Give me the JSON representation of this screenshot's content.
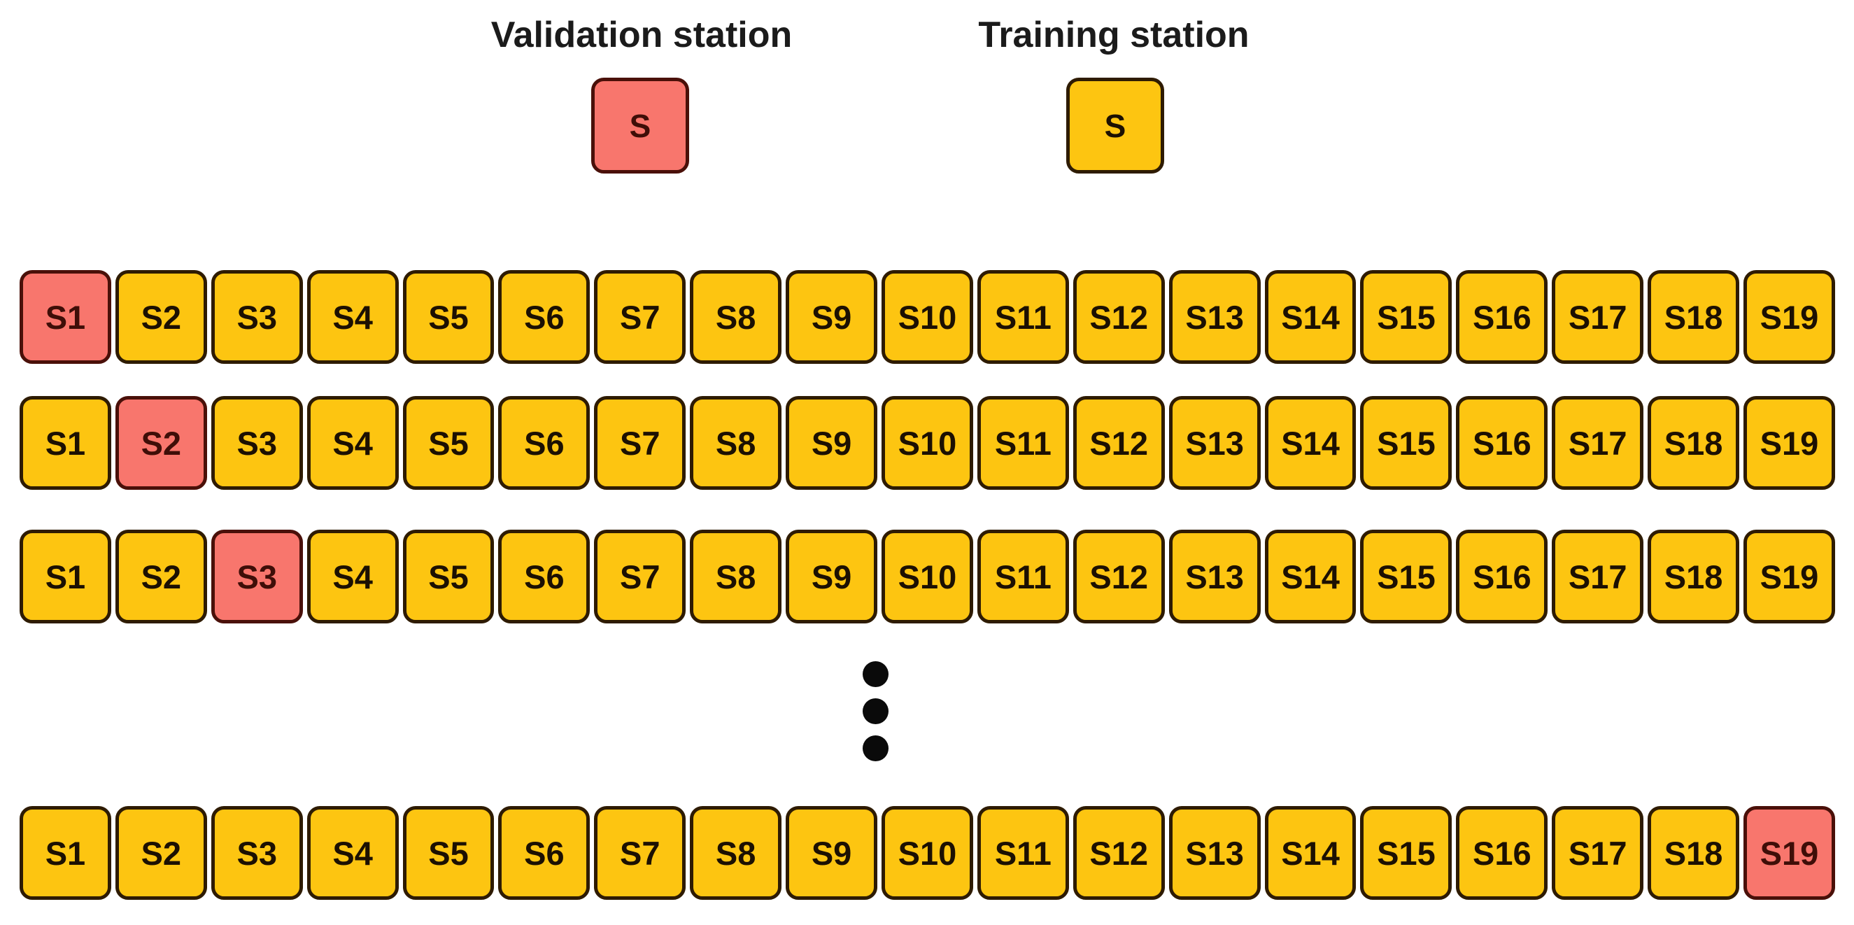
{
  "legend": {
    "validation_label": "Validation station",
    "training_label": "Training station",
    "station_letter": "S"
  },
  "stations": [
    "S1",
    "S2",
    "S3",
    "S4",
    "S5",
    "S6",
    "S7",
    "S8",
    "S9",
    "S10",
    "S11",
    "S12",
    "S13",
    "S14",
    "S15",
    "S16",
    "S17",
    "S18",
    "S19"
  ],
  "rows": [
    {
      "validation_station": "S1"
    },
    {
      "validation_station": "S2"
    },
    {
      "validation_station": "S3"
    },
    {
      "validation_station": "S19"
    }
  ],
  "ellipsis": {
    "dot_count": 3
  },
  "colors": {
    "validation_fill": "#F8766D",
    "validation_border": "#4A1009",
    "validation_text": "#3F0E08",
    "training_fill": "#FDC511",
    "training_border": "#2E1B02",
    "training_text": "#1C1002",
    "ellipsis_dot": "#0A0A0A",
    "heading_text": "#1B1B1B",
    "background": "#FFFFFF"
  }
}
